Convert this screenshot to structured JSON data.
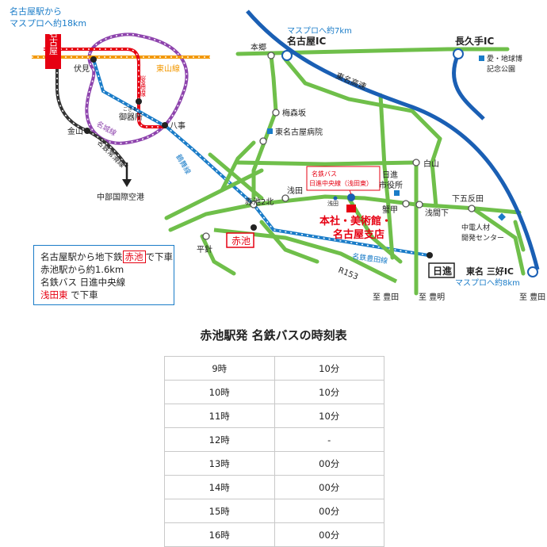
{
  "map": {
    "top_left_note": [
      "名古屋駅から",
      "マスプロへ約18km"
    ],
    "stations_left": {
      "nagoya": "名古屋",
      "fushimi": "伏見",
      "kanayama": "金山",
      "gokisho_ruby": "ごきそ",
      "gokisho": "御器所",
      "yagoto": "八事",
      "airport": "中部国際空港"
    },
    "lines_left": {
      "higashiyama": "東山線",
      "sakuradori": "桜通線",
      "meijo": "名城線",
      "meitetsu_tokoname": "名鉄常滑線",
      "tsurumai": "鶴舞線"
    },
    "places": {
      "hongo": "本郷",
      "nagoya_ic": "名古屋IC",
      "nagoya_ic_note": "マスプロへ約7km",
      "nagakute_ic": "長久手IC",
      "expo_park": [
        "愛・地球博",
        "記念公園"
      ],
      "tomei": "東名高速",
      "umemorizaka": "梅森坂",
      "hospital": "東名古屋病院",
      "shiroyama": "白山",
      "bus_stop_label": [
        "名鉄バス",
        "日進中央線（浅田東）"
      ],
      "asada_small": "浅田",
      "city_office": [
        "日進",
        "市役所"
      ],
      "akaike_2n": "赤池2北",
      "asada": "浅田",
      "hoshiko": "蟹甲",
      "asamashita": "浅間下",
      "shimogohanda": "下五反田",
      "chuden": [
        "中電人材",
        "開発センター"
      ],
      "hirabari": "平針",
      "akaike": "赤池",
      "hq": [
        "本社・美術館・",
        "名古屋支店"
      ],
      "meitetsu_toyota": "名鉄豊田線",
      "nisshin": "日進",
      "r153": "R153",
      "to_toyota_1": "至 豊田",
      "to_toyoake": "至 豊明",
      "to_toyota_2": "至 豊田",
      "miyoshi_ic": "東名 三好IC",
      "miyoshi_ic_note": "マスプロへ約8km"
    }
  },
  "info_box": {
    "line1_a": "名古屋駅から地下鉄",
    "line1_station": "赤池",
    "line1_b": "で下車",
    "line2": "赤池駅から約1.6km",
    "line3": "名鉄バス  日進中央線",
    "line4_stop": "浅田東",
    "line4_b": " で下車"
  },
  "timetable": {
    "title": "赤池駅発 名鉄バスの時刻表",
    "rows": [
      {
        "hour": "9時",
        "minutes": "10分"
      },
      {
        "hour": "10時",
        "minutes": "10分"
      },
      {
        "hour": "11時",
        "minutes": "10分"
      },
      {
        "hour": "12時",
        "minutes": "-"
      },
      {
        "hour": "13時",
        "minutes": "00分"
      },
      {
        "hour": "14時",
        "minutes": "00分"
      },
      {
        "hour": "15時",
        "minutes": "00分"
      },
      {
        "hour": "16時",
        "minutes": "00分"
      }
    ]
  },
  "colors": {
    "road": "#6fbf4a",
    "expressway": "#1a5fb4",
    "subway_tsurumai": "#1a7cc8",
    "higashiyama": "#f39800",
    "sakuradori": "#e60012",
    "meijo": "#8e44ad",
    "meitetsu": "#333333",
    "accent_red": "#e60012"
  }
}
